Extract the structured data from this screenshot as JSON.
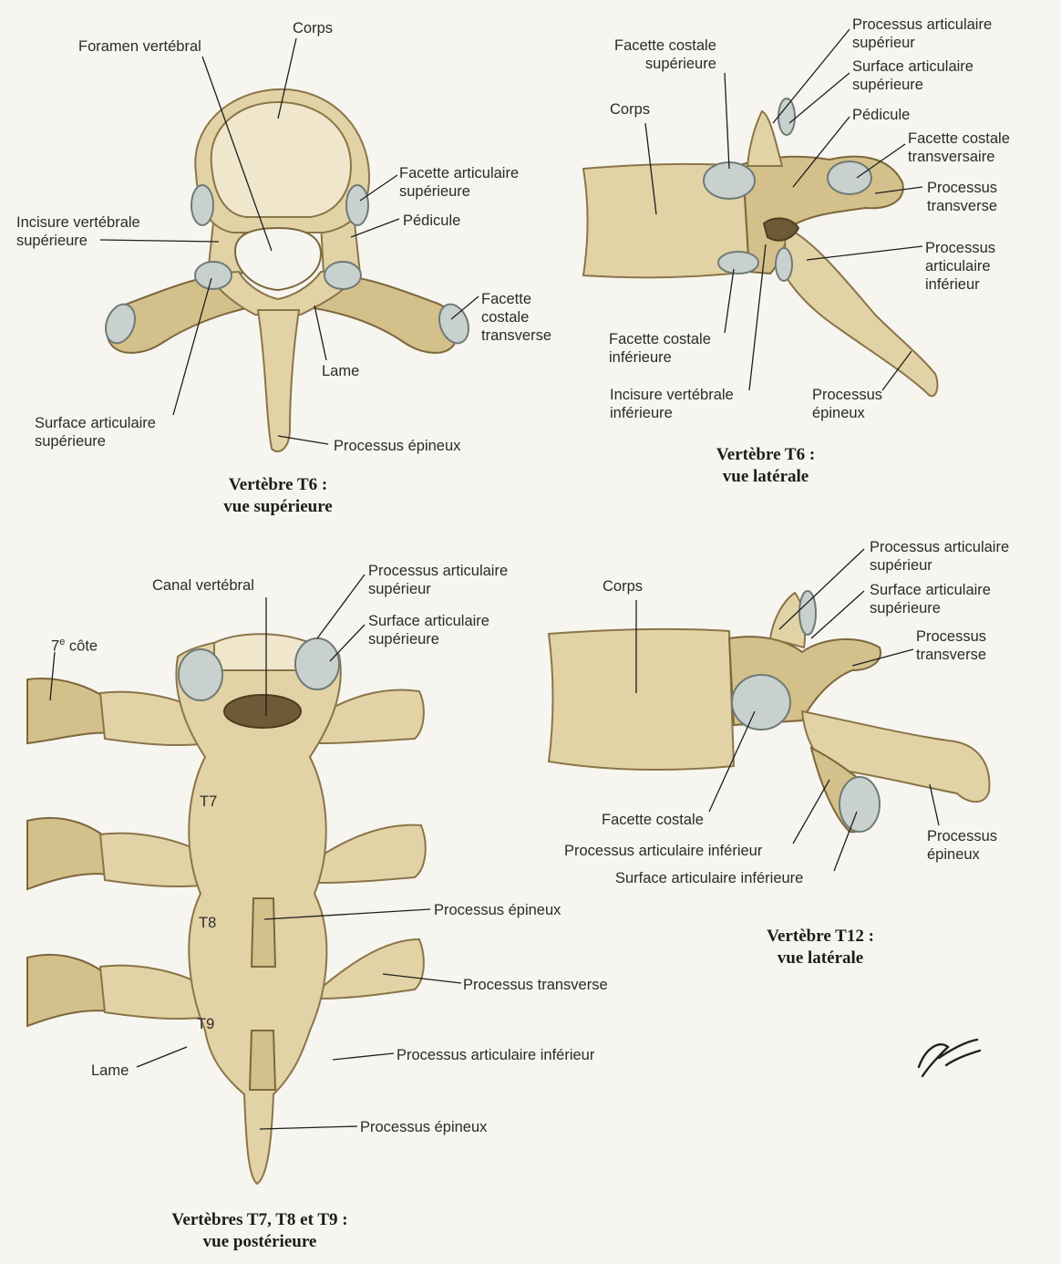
{
  "panels": {
    "t6_superior": {
      "caption": "Vertèbre T6 :\nvue supérieure",
      "labels": {
        "corps": "Corps",
        "foramen_vertebral": "Foramen vertébral",
        "facette_articulaire_superieure": "Facette articulaire\nsupérieure",
        "incisure_vertebrale_superieure": "Incisure vertébrale\nsupérieure",
        "pedicule": "Pédicule",
        "facette_costale_transverse": "Facette\ncostale\ntransverse",
        "lame": "Lame",
        "surface_articulaire_superieure": "Surface articulaire\nsupérieure",
        "processus_epineux": "Processus épineux"
      }
    },
    "t6_lateral": {
      "caption": "Vertèbre T6 :\nvue latérale",
      "labels": {
        "facette_costale_superieure": "Facette costale\nsupérieure",
        "corps": "Corps",
        "processus_articulaire_superieur": "Processus articulaire\nsupérieur",
        "surface_articulaire_superieure": "Surface articulaire\nsupérieure",
        "pedicule": "Pédicule",
        "facette_costale_transversaire": "Facette costale\ntransversaire",
        "processus_transverse": "Processus\ntransverse",
        "processus_articulaire_inferieur": "Processus\narticulaire\ninférieur",
        "facette_costale_inferieure": "Facette costale\ninférieure",
        "incisure_vertebrale_inferieure": "Incisure vertébrale\ninférieure",
        "processus_epineux": "Processus\népineux"
      }
    },
    "t7_t9_posterior": {
      "caption": "Vertèbres T7, T8 et T9 :\nvue postérieure",
      "labels": {
        "canal_vertebral": "Canal vertébral",
        "processus_articulaire_superieur": "Processus articulaire\nsupérieur",
        "surface_articulaire_superieure": "Surface articulaire\nsupérieure",
        "septieme_cote": "7e côte",
        "t7": "T7",
        "t8": "T8",
        "t9": "T9",
        "processus_epineux_1": "Processus épineux",
        "processus_transverse": "Processus transverse",
        "processus_articulaire_inferieur": "Processus articulaire inférieur",
        "lame": "Lame",
        "processus_epineux_2": "Processus épineux"
      }
    },
    "t12_lateral": {
      "caption": "Vertèbre T12 :\nvue latérale",
      "labels": {
        "corps": "Corps",
        "processus_articulaire_superieur": "Processus articulaire\nsupérieur",
        "surface_articulaire_superieure": "Surface articulaire\nsupérieure",
        "processus_transverse": "Processus\ntransverse",
        "facette_costale": "Facette costale",
        "processus_articulaire_inferieur": "Processus articulaire inférieur",
        "surface_articulaire_inferieure": "Surface articulaire inférieure",
        "processus_epineux": "Processus\népineux"
      }
    }
  },
  "colors": {
    "bone": "#e2d3a6",
    "bone_shadow": "#d4c08a",
    "cartilage": "#c9d1cf",
    "background": "#f7f5f0",
    "text": "#2b2b2b"
  },
  "icons": {
    "signature": "artist-signature-icon"
  }
}
